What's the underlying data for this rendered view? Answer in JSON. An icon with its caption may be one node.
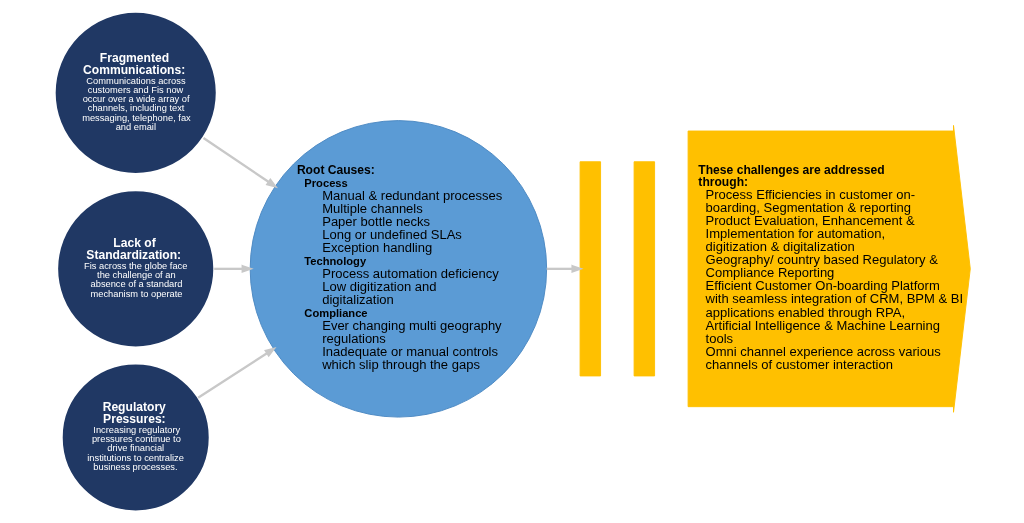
{
  "diagram": {
    "nodes": [
      {
        "text": [
          "Fragmented Communications:",
          "Communications across customers and Fis now occur over a wide array of channels, including text messaging, telephone, fax and email"
        ]
      },
      {
        "text": [
          "Lack of Standardization:",
          "Fis across the globe face the challenge of an absence of a standard mechanism to operate"
        ]
      },
      {
        "text": [
          "Regulatory Pressures:",
          "Increasing regulatory pressures continue to drive financial institutions to centralize business processes."
        ]
      },
      {
        "text": [
          "Root Causes:",
          "Process",
          "Manual & redundant processes",
          "Multiple channels",
          "Paper bottle necks",
          "Long or undefined SLAs",
          "Exception handling",
          "Technology",
          "Process automation deficiency",
          "Low digitization and digitalization",
          "Compliance",
          "Ever changing multi geography regulations",
          "Inadequate or manual controls which slip through the gaps"
        ]
      },
      {
        "text": [],
        "shape": "bar"
      },
      {
        "text": [],
        "shape": "bar"
      },
      {
        "text": [
          "These challenges are addressed through:",
          "Process Efficiencies in customer on-boarding, Segmentation & reporting",
          "Product Evaluation, Enhancement & Implementation for automation, digitization & digitalization",
          "Geography/ country based Regulatory & Compliance Reporting",
          "Efficient Customer On-boarding Platform with seamless integration of CRM, BPM & BI applications enabled through RPA, Artificial Intelligence & Machine Learning tools",
          "Omni channel experience across various channels of customer interaction"
        ]
      }
    ],
    "edges": [
      {
        "from": 0,
        "to": 3,
        "arrow": "to"
      },
      {
        "from": 1,
        "to": 3,
        "arrow": "to"
      },
      {
        "from": 2,
        "to": 3,
        "arrow": "to"
      },
      {
        "from": 3,
        "to": 4,
        "arrow": "to"
      }
    ]
  }
}
